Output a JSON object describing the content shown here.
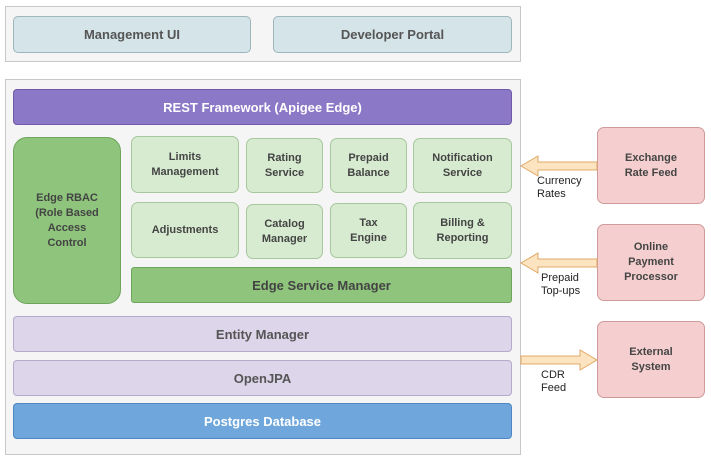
{
  "top": {
    "management_ui": "Management UI",
    "developer_portal": "Developer Portal"
  },
  "rest_framework": "REST Framework (Apigee Edge)",
  "rbac": "Edge RBAC\n(Role Based\nAccess\nControl",
  "services": {
    "limits": "Limits\nManagement",
    "rating": "Rating\nService",
    "prepaid": "Prepaid\nBalance",
    "notification": "Notification\nService",
    "adjustments": "Adjustments",
    "catalog": "Catalog\nManager",
    "tax": "Tax\nEngine",
    "billing": "Billing &\nReporting"
  },
  "edge_service_manager": "Edge Service Manager",
  "entity_manager": "Entity Manager",
  "openjpa": "OpenJPA",
  "postgres": "Postgres Database",
  "external": {
    "exchange": "Exchange\nRate Feed",
    "payment": "Online\nPayment\nProcessor",
    "system": "External\nSystem"
  },
  "arrows": {
    "currency": "Currency\nRates",
    "prepaid": "Prepaid\nTop-ups",
    "cdr": "CDR\nFeed"
  },
  "colors": {
    "arrow_fill": "#fde4c0",
    "arrow_stroke": "#e0a868"
  }
}
